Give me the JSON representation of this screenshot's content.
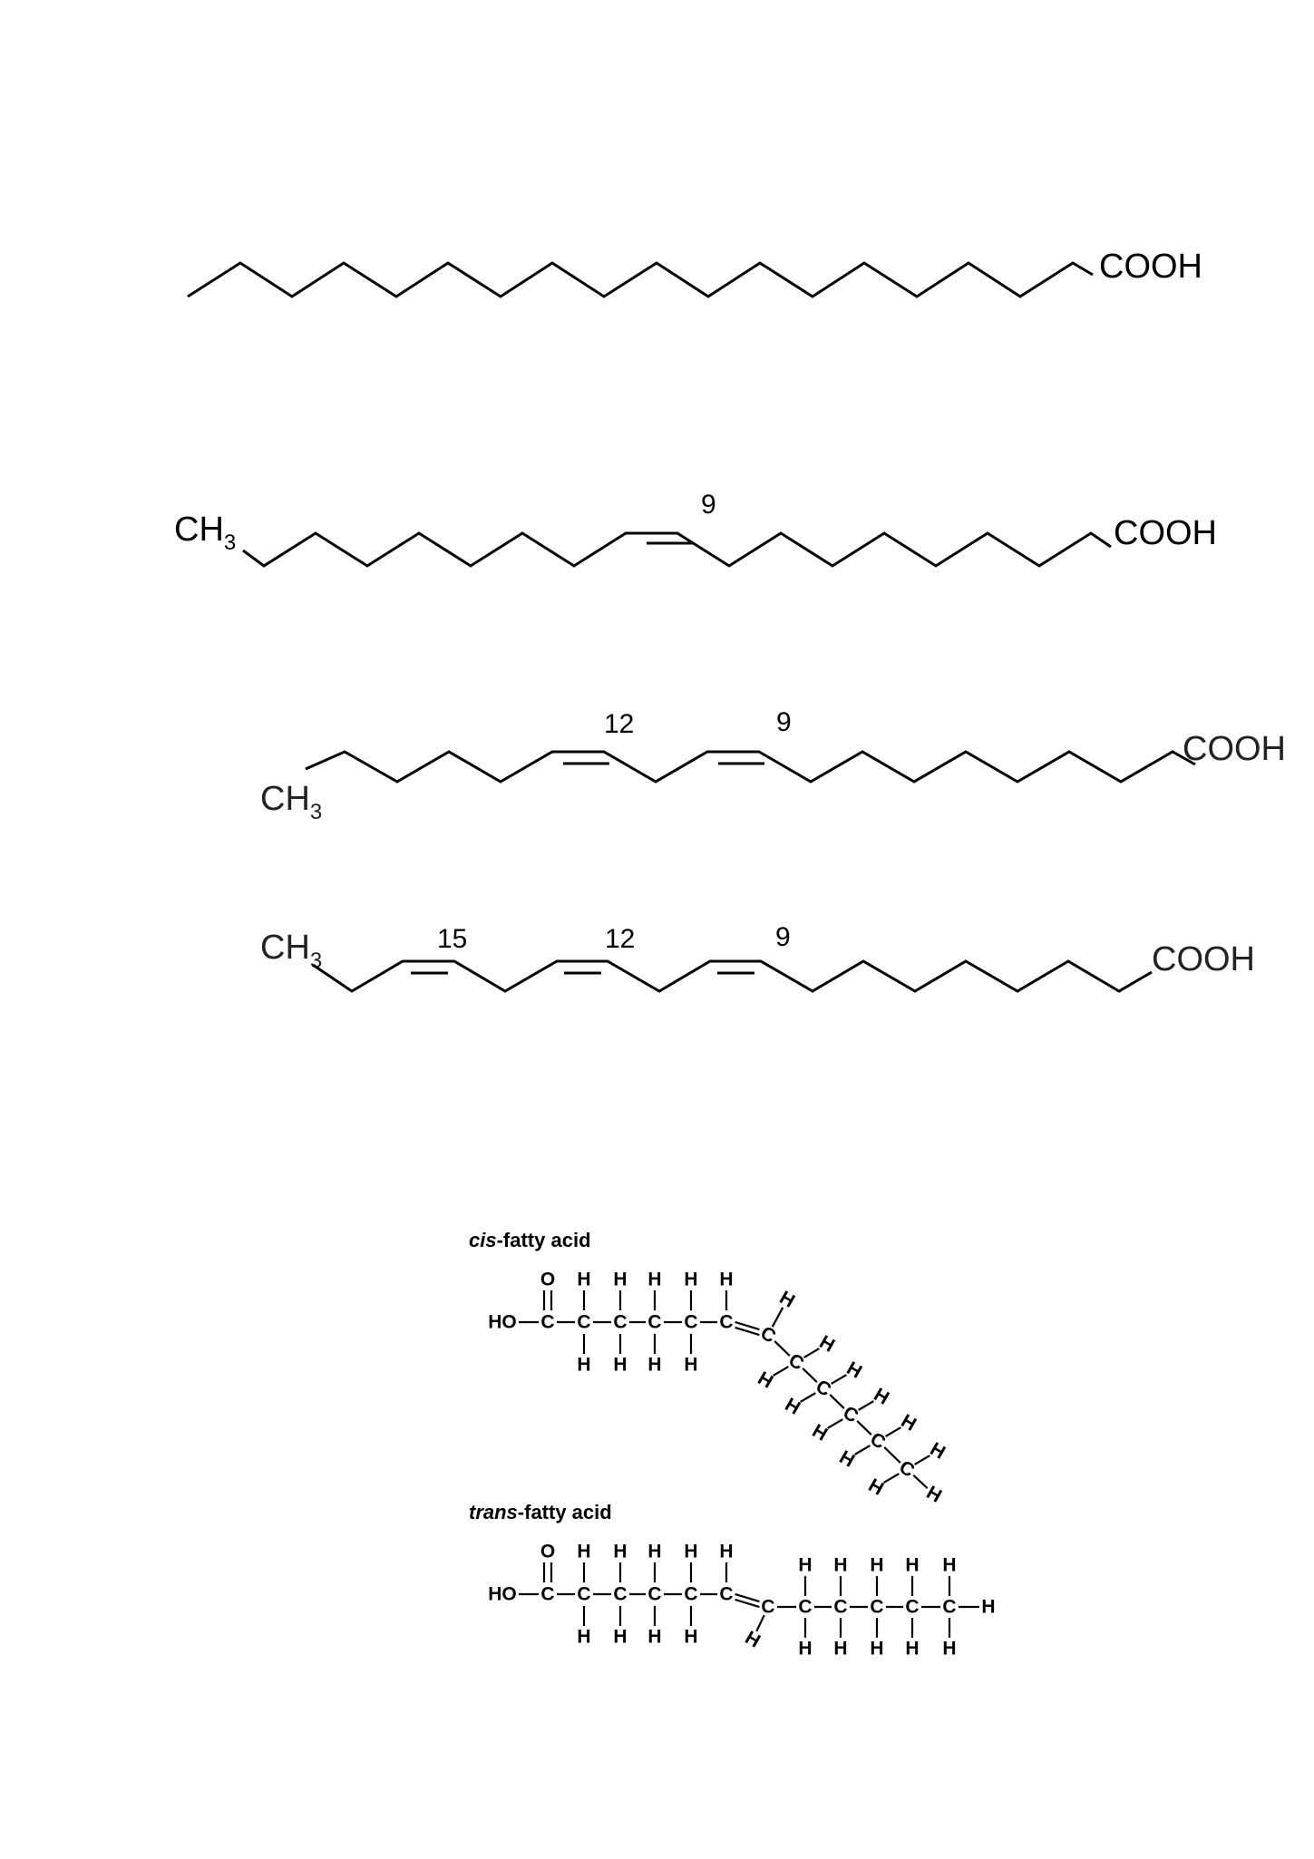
{
  "structures": [
    {
      "end_label": "COOH",
      "start_label": "",
      "positions": []
    },
    {
      "start_label": "CH",
      "start_sub": "3",
      "end_label": "COOH",
      "positions": [
        "9"
      ]
    },
    {
      "start_label": "CH",
      "start_sub": "3",
      "end_label": "COOH",
      "positions": [
        "12",
        "9"
      ]
    },
    {
      "start_label": "CH",
      "start_sub": "3",
      "end_label": "COOH",
      "positions": [
        "15",
        "12",
        "9"
      ]
    }
  ],
  "cis": {
    "caption_italic": "cis",
    "caption_rest": "-fatty acid",
    "head": "HO",
    "oxygen": "O",
    "carbon": "C",
    "hydrogen": "H"
  },
  "trans": {
    "caption_italic": "trans",
    "caption_rest": "-fatty acid",
    "head": "HO",
    "oxygen": "O",
    "carbon": "C",
    "hydrogen": "H"
  }
}
